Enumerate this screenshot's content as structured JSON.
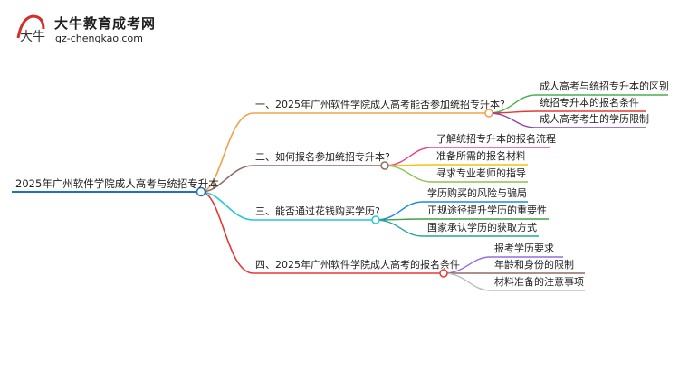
{
  "logo": {
    "mark_text": "大牛",
    "title": "大牛教育成考网",
    "url": "gz-chengkao.com"
  },
  "root": {
    "label": "2025年广州软件学院成人高考与统招专升本"
  },
  "branches": [
    {
      "label": "一、2025年广州软件学院成人高考能否参加统招专升本?",
      "color": "#f0a04b",
      "children": [
        {
          "label": "成人高考与统招专升本的区别",
          "color": "#4caf50"
        },
        {
          "label": "统招专升本的报名条件",
          "color": "#e53935"
        },
        {
          "label": "成人高考考生的学历限制",
          "color": "#8e44ad"
        }
      ]
    },
    {
      "label": "二、如何报名参加统招专升本?",
      "color": "#8d6e63",
      "children": [
        {
          "label": "了解统招专升本的报名流程",
          "color": "#e84393"
        },
        {
          "label": "准备所需的报名材料",
          "color": "#f1c40f"
        },
        {
          "label": "寻求专业老师的指导",
          "color": "#8bc34a"
        }
      ]
    },
    {
      "label": "三、能否通过花钱购买学历?",
      "color": "#26c6da",
      "children": [
        {
          "label": "学历购买的风险与骗局",
          "color": "#1e88e5"
        },
        {
          "label": "正规途径提升学历的重要性",
          "color": "#43a047"
        },
        {
          "label": "国家承认学历的获取方式",
          "color": "#26a69a"
        }
      ]
    },
    {
      "label": "四、2025年广州软件学院成人高考的报名条件",
      "color": "#e53935",
      "children": [
        {
          "label": "报考学历要求",
          "color": "#9c6ade"
        },
        {
          "label": "年龄和身份的限制",
          "color": "#8d6e63"
        },
        {
          "label": "材料准备的注意事项",
          "color": "#bdbdbd"
        }
      ]
    }
  ]
}
